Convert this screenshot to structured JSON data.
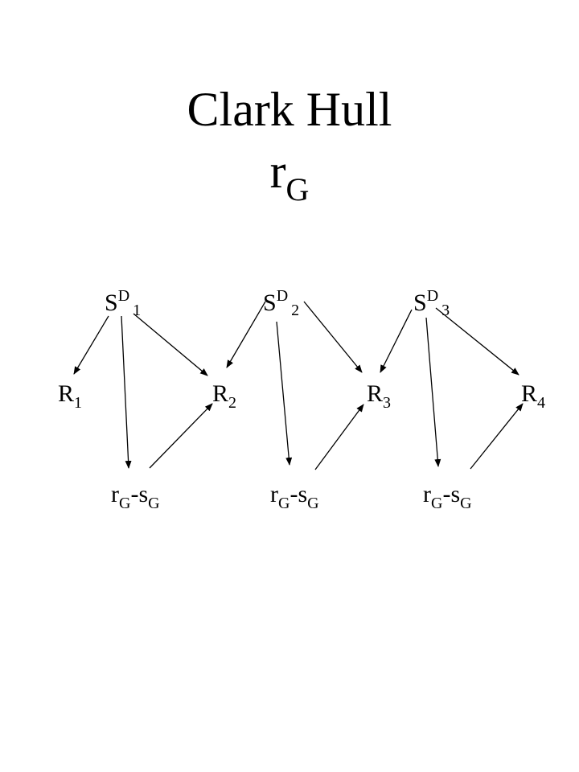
{
  "title": {
    "main": "Clark Hull",
    "symbol": "r",
    "symbol_sub": "G"
  },
  "stimuli": [
    {
      "base": "S",
      "sup": "D",
      "sub": "1"
    },
    {
      "base": "S",
      "sup": "D",
      "sub": "2"
    },
    {
      "base": "S",
      "sup": "D",
      "sub": "3"
    }
  ],
  "responses": [
    {
      "base": "R",
      "sub": "1"
    },
    {
      "base": "R",
      "sub": "2"
    },
    {
      "base": "R",
      "sub": "3"
    },
    {
      "base": "R",
      "sub": "4"
    }
  ],
  "goal_responses": [
    {
      "r": "r",
      "r_sub": "G",
      "dash": "-",
      "s": "s",
      "s_sub": "G"
    },
    {
      "r": "r",
      "r_sub": "G",
      "dash": "-",
      "s": "s",
      "s_sub": "G"
    },
    {
      "r": "r",
      "r_sub": "G",
      "dash": "-",
      "s": "s",
      "s_sub": "G"
    }
  ]
}
